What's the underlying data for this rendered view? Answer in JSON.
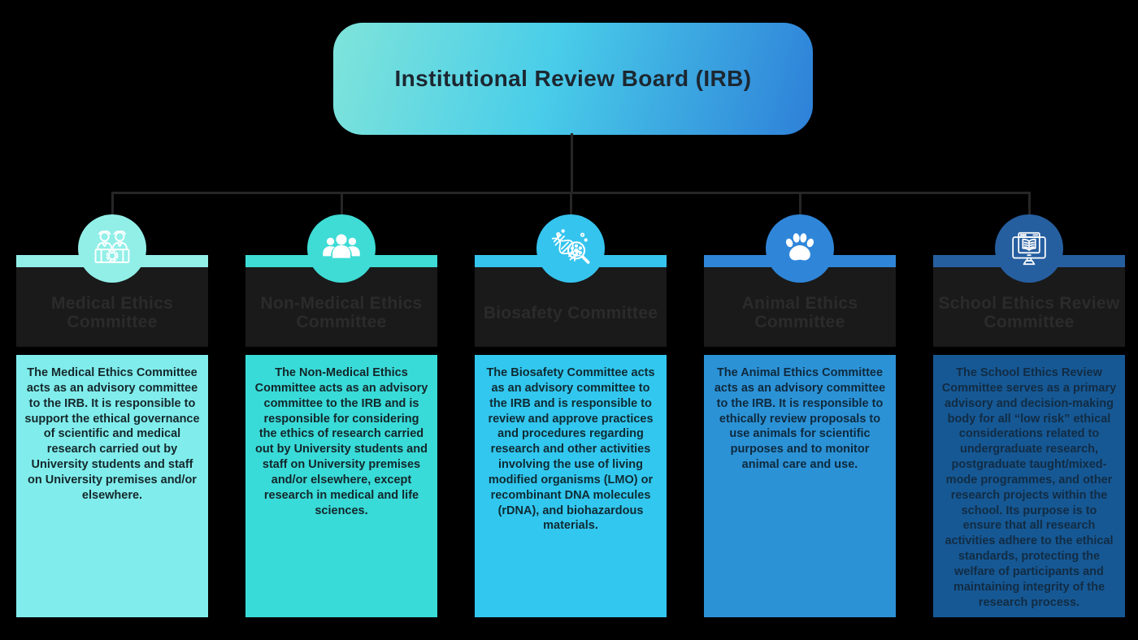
{
  "title": "Institutional Review Board (IRB)",
  "colors": {
    "background": "#000000",
    "connector_line": "#262626",
    "header_box": "#1a1a1a",
    "header_ghost_text": "#2b2b2b",
    "title_gradient_start": "#7FE4DA",
    "title_gradient_mid": "#49CDE9",
    "title_gradient_end": "#2E80D8",
    "title_text": "#1c2731"
  },
  "committees": [
    {
      "name": "Medical Ethics Committee",
      "icon": "committee-members-desk-gear-icon",
      "accent_color": "#92EFE8",
      "body_color": "#80EDEC",
      "text_color": "#15282c",
      "description": "The Medical Ethics Committee acts as an advisory committee to the IRB. It is responsible to support the ethical governance of scientific and medical research carried out by University students and staff on University premises and/or elsewhere."
    },
    {
      "name": "Non-Medical Ethics Committee",
      "icon": "people-group-icon",
      "accent_color": "#3EDCD5",
      "body_color": "#39DBD8",
      "text_color": "#13262a",
      "description": "The Non-Medical Ethics Committee acts as an advisory committee to the IRB and is responsible for considering the ethics of research carried out by University students and staff on University premises and/or elsewhere, except research in medical and life sciences."
    },
    {
      "name": "Biosafety Committee",
      "icon": "dna-magnifier-icon",
      "accent_color": "#35C4EE",
      "body_color": "#32C7EF",
      "text_color": "#0f2b33",
      "description": "The Biosafety Committee acts as an advisory committee to the IRB and is responsible to review and approve practices and procedures regarding research and other activities involving the use of living modified organisms (LMO) or recombinant DNA molecules (rDNA), and biohazardous materials."
    },
    {
      "name": "Animal Ethics Committee",
      "icon": "paw-icon",
      "accent_color": "#2F86D9",
      "body_color": "#2C92D6",
      "text_color": "#0e2a3e",
      "description": "The Animal Ethics Committee acts as an advisory committee to the IRB. It is responsible to ethically review proposals to use animals for scientific purposes and to monitor animal care and use."
    },
    {
      "name": "School Ethics Review Committee",
      "icon": "monitor-open-book-icon",
      "accent_color": "#265FA0",
      "body_color": "#165894",
      "text_color": "#122c44",
      "description": "The School Ethics Review Committee serves as a primary advisory and decision-making body for all “low risk” ethical considerations related to undergraduate research, postgraduate taught/mixed-mode programmes, and other research projects within the school. Its purpose is to ensure that all research activities adhere to the ethical standards, protecting the welfare of participants and maintaining integrity of the research process."
    }
  ]
}
